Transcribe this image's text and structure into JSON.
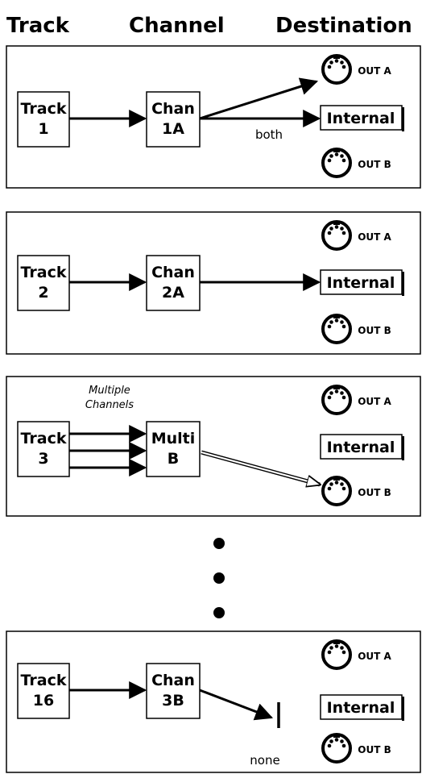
{
  "headers": {
    "track": "Track",
    "channel": "Channel",
    "destination": "Destination"
  },
  "panels": [
    {
      "track": [
        "Track",
        "1"
      ],
      "channel": [
        "Chan",
        "1A"
      ],
      "internal": "Internal",
      "out_a": "OUT A",
      "out_b": "OUT B",
      "note": "both"
    },
    {
      "track": [
        "Track",
        "2"
      ],
      "channel": [
        "Chan",
        "2A"
      ],
      "internal": "Internal",
      "out_a": "OUT A",
      "out_b": "OUT B"
    },
    {
      "track": [
        "Track",
        "3"
      ],
      "channel": [
        "Multi",
        "B"
      ],
      "internal": "Internal",
      "out_a": "OUT A",
      "out_b": "OUT B",
      "multi_label": [
        "Multiple",
        "Channels"
      ]
    },
    {
      "track": [
        "Track",
        "16"
      ],
      "channel": [
        "Chan",
        "3B"
      ],
      "internal": "Internal",
      "out_a": "OUT A",
      "out_b": "OUT B",
      "note": "none"
    }
  ]
}
